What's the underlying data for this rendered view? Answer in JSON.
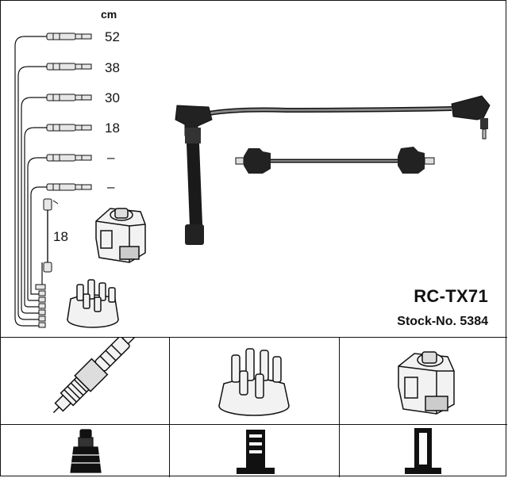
{
  "diagram": {
    "unit": "cm",
    "wire_lengths": [
      "52",
      "38",
      "30",
      "18",
      "–",
      "–"
    ],
    "coil_wire_length": "18",
    "model": "RC-TX71",
    "stock_label": "Stock-No.",
    "stock_number": "5384"
  },
  "icons": {
    "row_1": [
      "spark-plug-icon",
      "distributor-cap-icon",
      "ignition-coil-icon"
    ],
    "row_2": [
      "spark-plug-terminal-icon",
      "distributor-terminal-icon",
      "coil-terminal-icon"
    ]
  },
  "colors": {
    "ink": "#111111",
    "cable": "#555555",
    "fill": "#e6e6e6"
  }
}
